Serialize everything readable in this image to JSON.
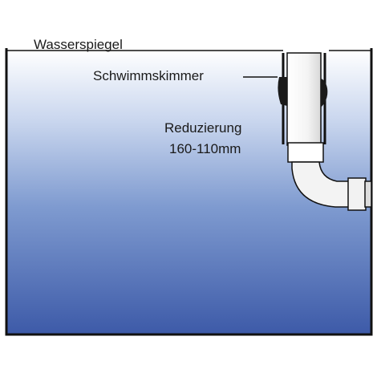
{
  "labels": {
    "water_level": "Wasserspiegel",
    "skimmer": "Schwimmskimmer",
    "reducer_line1": "Reduzierung",
    "reducer_line2": "160-110mm"
  },
  "colors": {
    "water_top": "#ffffff",
    "water_mid": "#8aa6d4",
    "water_bottom": "#3d5faa",
    "outline": "#111111",
    "pipe": "#f2f2f2"
  }
}
